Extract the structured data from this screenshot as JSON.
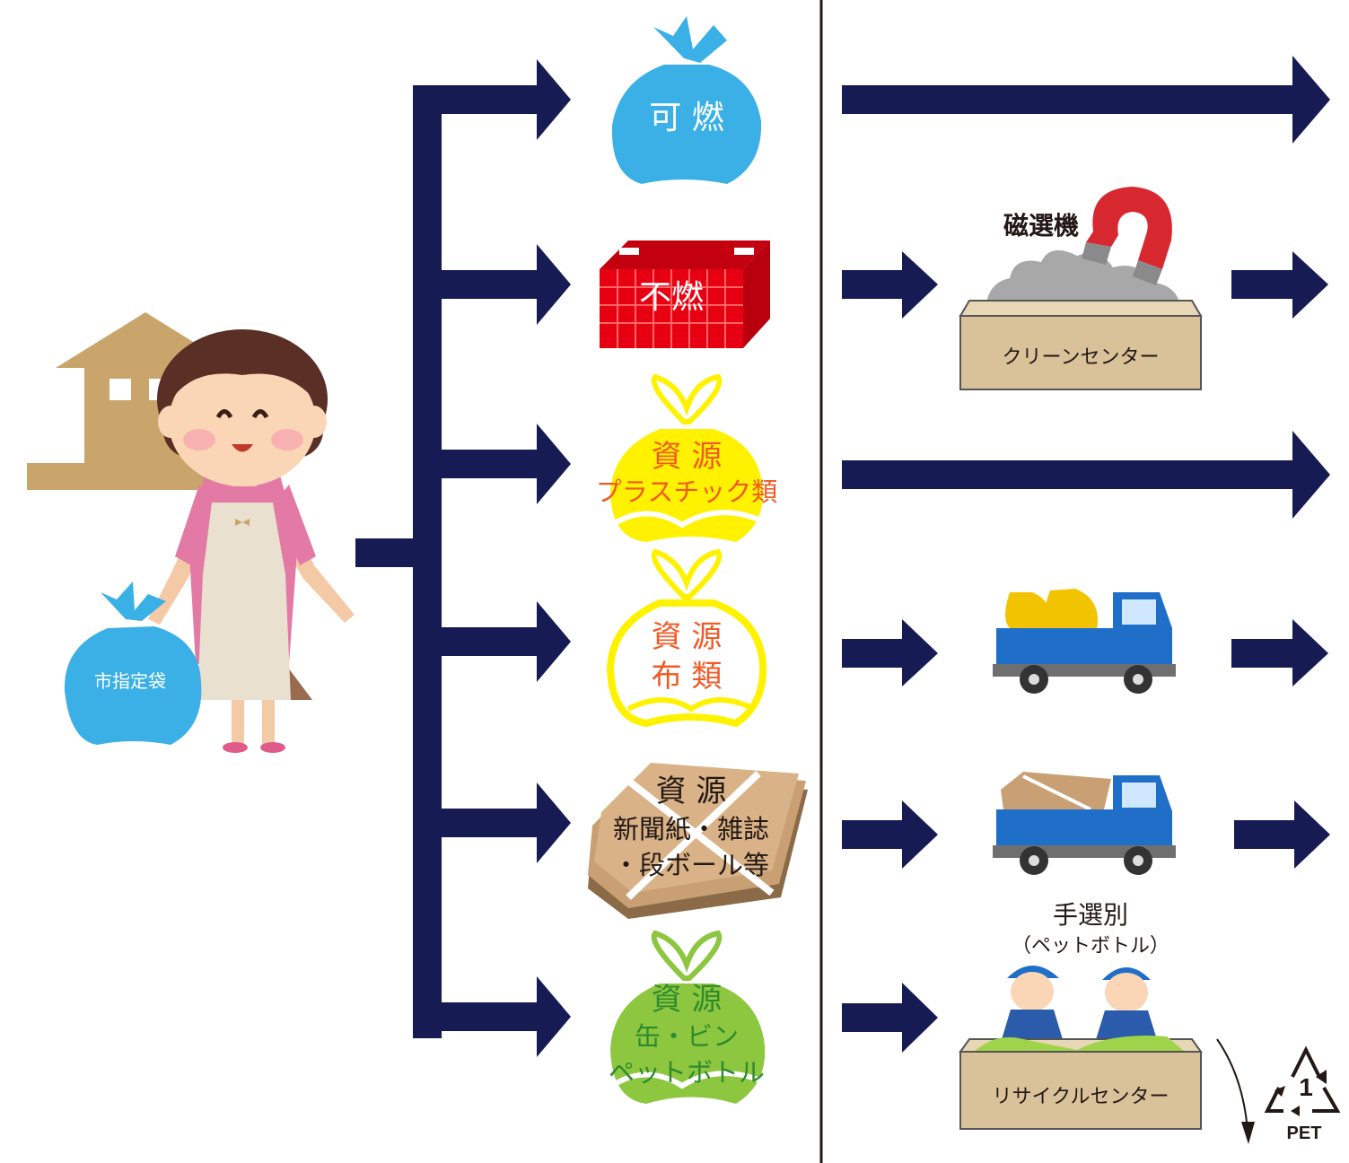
{
  "colors": {
    "arrow": "#171b54",
    "divider": "#231815",
    "house": "#c9a56c",
    "bag_blue": "#3ab0e6",
    "bag_yellow": "#fff200",
    "bag_green": "#8dc63f",
    "crate_red": "#e60012",
    "truck_blue": "#1f6fc8",
    "box_tan": "#d9c29a",
    "label_orange": "#f15a24",
    "label_green": "#2e8b2e",
    "cardboard": "#c8a074"
  },
  "household": {
    "bag_label": "市指定袋"
  },
  "categories": [
    {
      "id": "burnable",
      "lines": [
        "可 燃"
      ],
      "color": "#3ab0e6"
    },
    {
      "id": "nonburnable",
      "lines": [
        "不燃"
      ],
      "color": "#e60012"
    },
    {
      "id": "plastic",
      "lines": [
        "資 源",
        "プラスチック類"
      ],
      "color": "#fff200"
    },
    {
      "id": "cloth",
      "lines": [
        "資 源",
        "布 類"
      ],
      "color": "#fff200"
    },
    {
      "id": "paper",
      "lines": [
        "資 源",
        "新聞紙・雑誌",
        "・段ボール等"
      ],
      "color": "#c8a074"
    },
    {
      "id": "cans",
      "lines": [
        "資 源",
        "缶・ビン",
        "ペットボトル"
      ],
      "color": "#8dc63f"
    }
  ],
  "processing": {
    "magnet_label": "磁選機",
    "clean_center": "クリーンセンター",
    "hand_sort": "手選別",
    "hand_sort_sub": "（ペットボトル）",
    "recycle_center": "リサイクルセンター",
    "pet_number": "1",
    "pet_label": "PET"
  },
  "icons": [
    "house-icon",
    "woman-icon",
    "trash-bag-icon",
    "crate-icon",
    "cardboard-bundle-icon",
    "magnet-icon",
    "truck-icon",
    "worker-icon",
    "pet-recycle-icon"
  ]
}
